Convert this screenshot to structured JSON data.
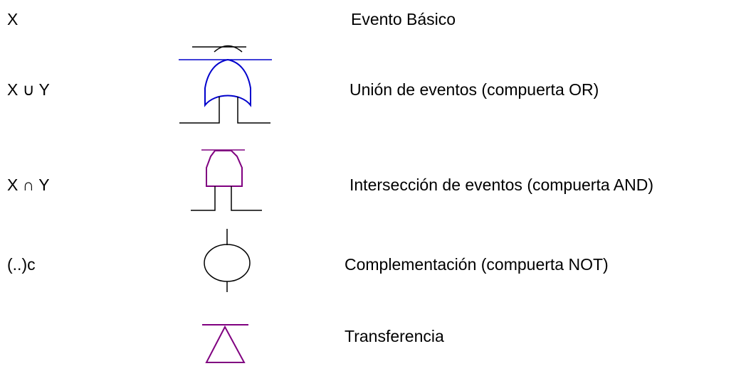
{
  "colors": {
    "text": "#000000",
    "or_gate": "#0000cc",
    "and_gate": "#800080",
    "transfer": "#800080",
    "line": "#000000"
  },
  "rows": [
    {
      "notation": "X",
      "description": "Evento Básico",
      "symbol": "basic-event-arc-icon"
    },
    {
      "notation": "X ∪ Y",
      "description": "Unión de eventos (compuerta OR)",
      "symbol": "or-gate-icon"
    },
    {
      "notation": "X ∩ Y",
      "description": "Intersección de eventos (compuerta AND)",
      "symbol": "and-gate-icon"
    },
    {
      "notation": "(..)c",
      "description": "Complementación (compuerta NOT)",
      "symbol": "not-gate-circle-icon"
    },
    {
      "notation": "",
      "description": "Transferencia",
      "symbol": "transfer-triangle-icon"
    }
  ]
}
